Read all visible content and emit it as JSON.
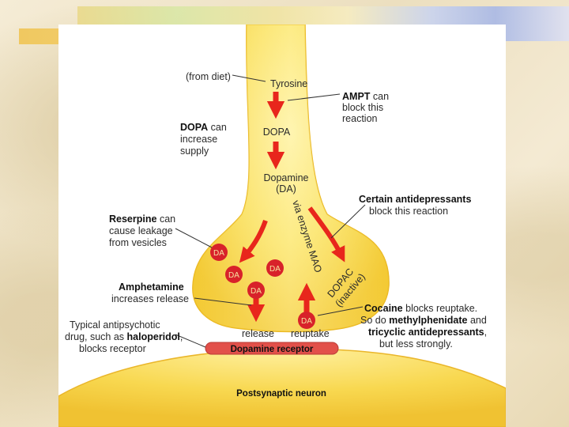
{
  "labels": {
    "from_diet": "(from diet)",
    "tyrosine": "Tyrosine",
    "ampt": "AMPT",
    "ampt_can": "can",
    "ampt_line2": "block this",
    "ampt_line3": "reaction",
    "dopa_can_bold": "DOPA",
    "dopa_can_rest": "can",
    "dopa_can_line2": "increase",
    "dopa_can_line3": "supply",
    "dopa": "DOPA",
    "dopamine": "Dopamine",
    "da_paren": "(DA)",
    "certain_antidep": "Certain antidepressants",
    "block_reaction": "block this reaction",
    "via_enzyme_mao": "via enzyme MAO",
    "dopac": "DOPAC",
    "inactive": "(inactive)",
    "reserpine": "Reserpine",
    "reserpine_can": "can",
    "reserpine_line2": "cause leakage",
    "reserpine_line3": "from vesicles",
    "amphetamine": "Amphetamine",
    "amphetamine_line2": "increases release",
    "cocaine": "Cocaine",
    "cocaine_rest": "blocks reuptake.",
    "so_do": "So do",
    "methylphenidate": "methylphenidate",
    "and": "and",
    "tricyclic": "tricyclic antidepressants",
    "comma": ",",
    "less_strongly": "but less strongly.",
    "typical_line1": "Typical antipsychotic",
    "typical_line2a": "drug, such as",
    "haloperidol": "haloperidol",
    "typical_line2c": ",",
    "typical_line3": "blocks receptor",
    "release": "release",
    "reuptake": "reuptake",
    "receptor": "Dopamine receptor",
    "postsynaptic": "Postsynaptic neuron",
    "da": "DA"
  },
  "colors": {
    "neuron_fill": "#f7d84a",
    "neuron_light": "#fff6c0",
    "arrow_red": "#e8261c",
    "receptor_red": "#e2504a",
    "vesicle": "#d8222a"
  }
}
